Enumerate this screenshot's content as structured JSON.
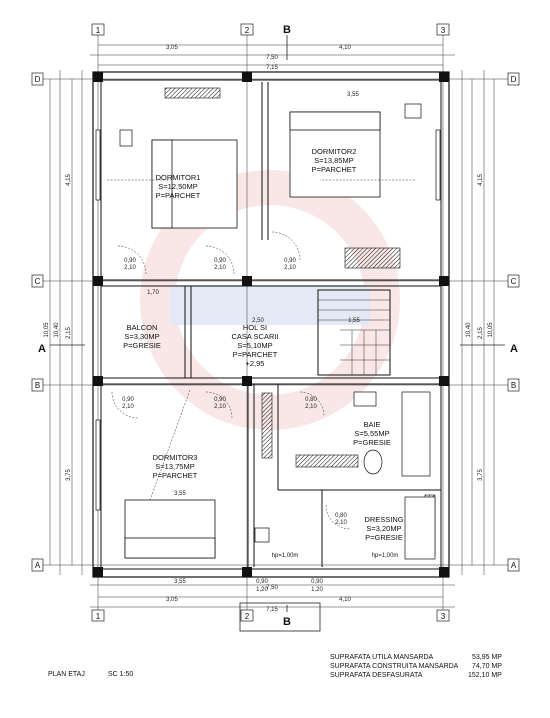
{
  "grid": {
    "cols": [
      "1",
      "2",
      "3"
    ],
    "rows": [
      "D",
      "C",
      "B",
      "A"
    ],
    "section_top": "B",
    "section_bottom": "B",
    "section_side": "A"
  },
  "dims": {
    "top_parts": [
      "3,05",
      "4,10"
    ],
    "top_total": "7,50",
    "top_total2": "7,15",
    "bottom_parts": [
      "3,05",
      "4,10"
    ],
    "bottom_total": "7,15",
    "bottom_total2": "7,50",
    "bottom_mid": [
      "0,90",
      "1,20",
      "0,90",
      "1,20"
    ],
    "bottom_in": "3,55",
    "left_outer": "10,05",
    "left_outer2": "10,40",
    "left_parts": [
      "4,15",
      "2,15",
      "3,75"
    ],
    "right_outer": "10,40",
    "right_outer2": "10,05",
    "right_parts": [
      "4,15",
      "2,15",
      "3,75"
    ]
  },
  "rooms": {
    "dormitor1": {
      "name": "DORMITOR1",
      "area": "S=12,50MP",
      "floor": "P=PARCHET"
    },
    "dormitor2": {
      "name": "DORMITOR2",
      "area": "S=13,85MP",
      "floor": "P=PARCHET"
    },
    "balcon": {
      "name": "BALCON",
      "area": "S=3,30MP",
      "floor": "P=GRESIE"
    },
    "hol": {
      "name": "HOL SI",
      "name2": "CASA SCARII",
      "area": "S=5,10MP",
      "floor": "P=PARCHET",
      "level": "+2,95"
    },
    "dormitor3": {
      "name": "DORMITOR3",
      "area": "S=13,75MP",
      "floor": "P=PARCHET"
    },
    "baie": {
      "name": "BAIE",
      "area": "S=5,55MP",
      "floor": "P=GRESIE"
    },
    "dressing": {
      "name": "DRESSING",
      "area": "S=3,20MP",
      "floor": "P=GRESIE"
    }
  },
  "inner_dims": {
    "d1_width": "3,55",
    "stair": "1,55",
    "balcon_w": "1,70",
    "hol_w": "2,50",
    "d3_w": "3,55",
    "hp1": "hp=1,00m",
    "hp2": "hp=1,00m",
    "door_090": "0,90",
    "door_210": "2,10",
    "door_080": "0,80"
  },
  "footer": {
    "plan": "PLAN ETAJ",
    "scale": "SC 1:50",
    "rows": [
      {
        "label": "SUPRAFATA UTILA  MANSARDA",
        "value": "53,95 MP"
      },
      {
        "label": "SUPRAFATA CONSTRUITA  MANSARDA",
        "value": "74,70 MP"
      },
      {
        "label": "SUPRAFATA DESFASURATA",
        "value": "152,10 MP"
      }
    ]
  }
}
